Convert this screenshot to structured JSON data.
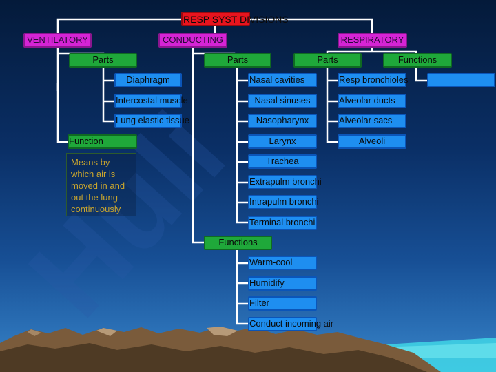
{
  "title": "RESP SYST DIVISIONS",
  "ventilatory": {
    "label": "VENTILATORY",
    "parts_label": "Parts",
    "parts": [
      "Diaphragm",
      "Intercostal muscle",
      "Lung elastic tissue"
    ],
    "function_label": "Function",
    "function_text": "Means by which air is moved in and out the lung continuously"
  },
  "conducting": {
    "label": "CONDUCTING",
    "parts_label": "Parts",
    "parts": [
      "Nasal cavities",
      "Nasal sinuses",
      "Nasopharynx",
      "Larynx",
      "Trachea",
      "Extrapulm bronchi",
      "Intrapulm bronchi",
      "Terminal bronchi"
    ],
    "functions_label": "Functions",
    "functions": [
      "Warm-cool",
      "Humidify",
      "Filter",
      "Conduct incoming air"
    ]
  },
  "respiratory": {
    "label": "RESPIRATORY",
    "parts_label": "Parts",
    "parts": [
      "Resp bronchioles",
      "Alveolar ducts",
      "Alveolar sacs",
      "Alveoli"
    ],
    "functions_label": "Functions",
    "functions": [
      ""
    ]
  },
  "watermark": "Huli"
}
